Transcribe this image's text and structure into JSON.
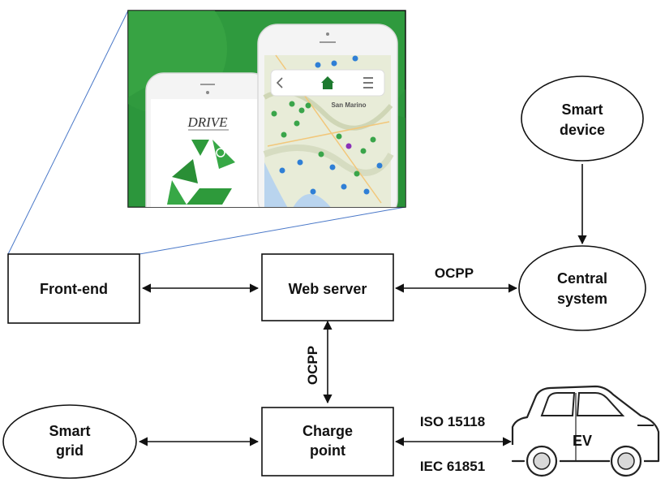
{
  "nodes": {
    "front_end": "Front-end",
    "web_server": "Web server",
    "charge_point": [
      "Charge",
      "point"
    ],
    "smart_grid": [
      "Smart",
      "grid"
    ],
    "central_system": [
      "Central",
      "system"
    ],
    "smart_device": [
      "Smart",
      "device"
    ],
    "ev": "EV"
  },
  "edges": {
    "web_to_central": "OCPP",
    "web_to_charge": "OCPP",
    "charge_to_ev_top": "ISO 15118",
    "charge_to_ev_bottom": "IEC 61851"
  },
  "app_screenshot": {
    "logo_text": "DRIVE",
    "map_label": "San Marino",
    "icons": [
      "back-chevron-icon",
      "home-icon",
      "menu-icon",
      "recycle-icon",
      "map-pin-icon"
    ],
    "colors": {
      "background_green": "#2f9a3e",
      "dark_green": "#1d7a2f",
      "map_pin_green": "#3aa54a",
      "map_pin_blue": "#2f7fd6",
      "map_pin_purple": "#8a2fb8"
    }
  }
}
